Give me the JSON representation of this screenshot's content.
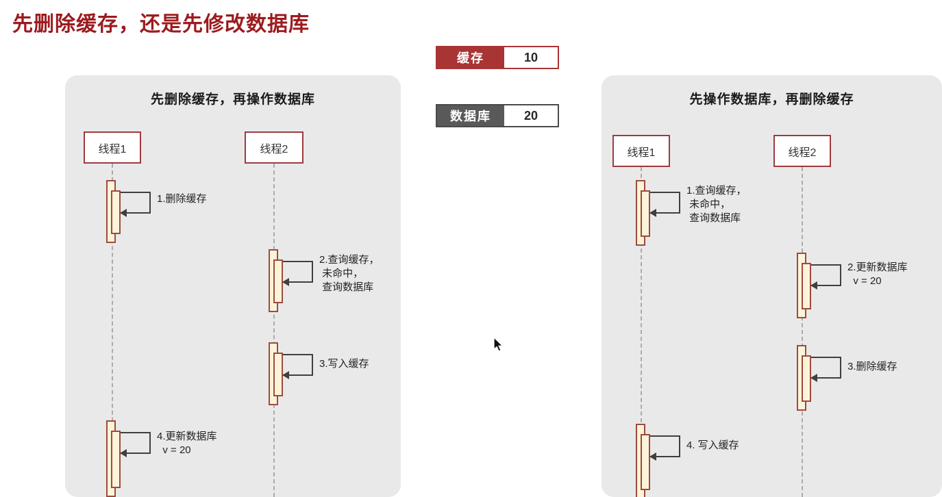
{
  "page": {
    "title": "先删除缓存，还是先修改数据库"
  },
  "legend": {
    "cache": {
      "label": "缓存",
      "value": "10"
    },
    "database": {
      "label": "数据库",
      "value": "20"
    }
  },
  "left_panel": {
    "title": "先删除缓存，再操作数据库",
    "threads": [
      "线程1",
      "线程2"
    ],
    "steps": [
      {
        "label": "1.删除缓存"
      },
      {
        "label": "2.查询缓存，\n 未命中，\n 查询数据库"
      },
      {
        "label": "3.写入缓存"
      },
      {
        "label": "4.更新数据库\n  v = 20"
      }
    ]
  },
  "right_panel": {
    "title": "先操作数据库，再删除缓存",
    "threads": [
      "线程1",
      "线程2"
    ],
    "steps": [
      {
        "label": "1.查询缓存，\n 未命中，\n 查询数据库"
      },
      {
        "label": "2.更新数据库\n  v = 20"
      },
      {
        "label": "3.删除缓存"
      },
      {
        "label": "4. 写入缓存"
      }
    ]
  },
  "colors": {
    "title_red": "#9C1B1E",
    "cache_header_bg": "#A93434",
    "database_header_bg": "#595959",
    "panel_bg": "#E9E9EA",
    "activation_fill": "#FCF4DA",
    "activation_border": "#9E4A3C",
    "thread_box_border": "#9E3A3E",
    "arrow": "#3F3F3F"
  }
}
